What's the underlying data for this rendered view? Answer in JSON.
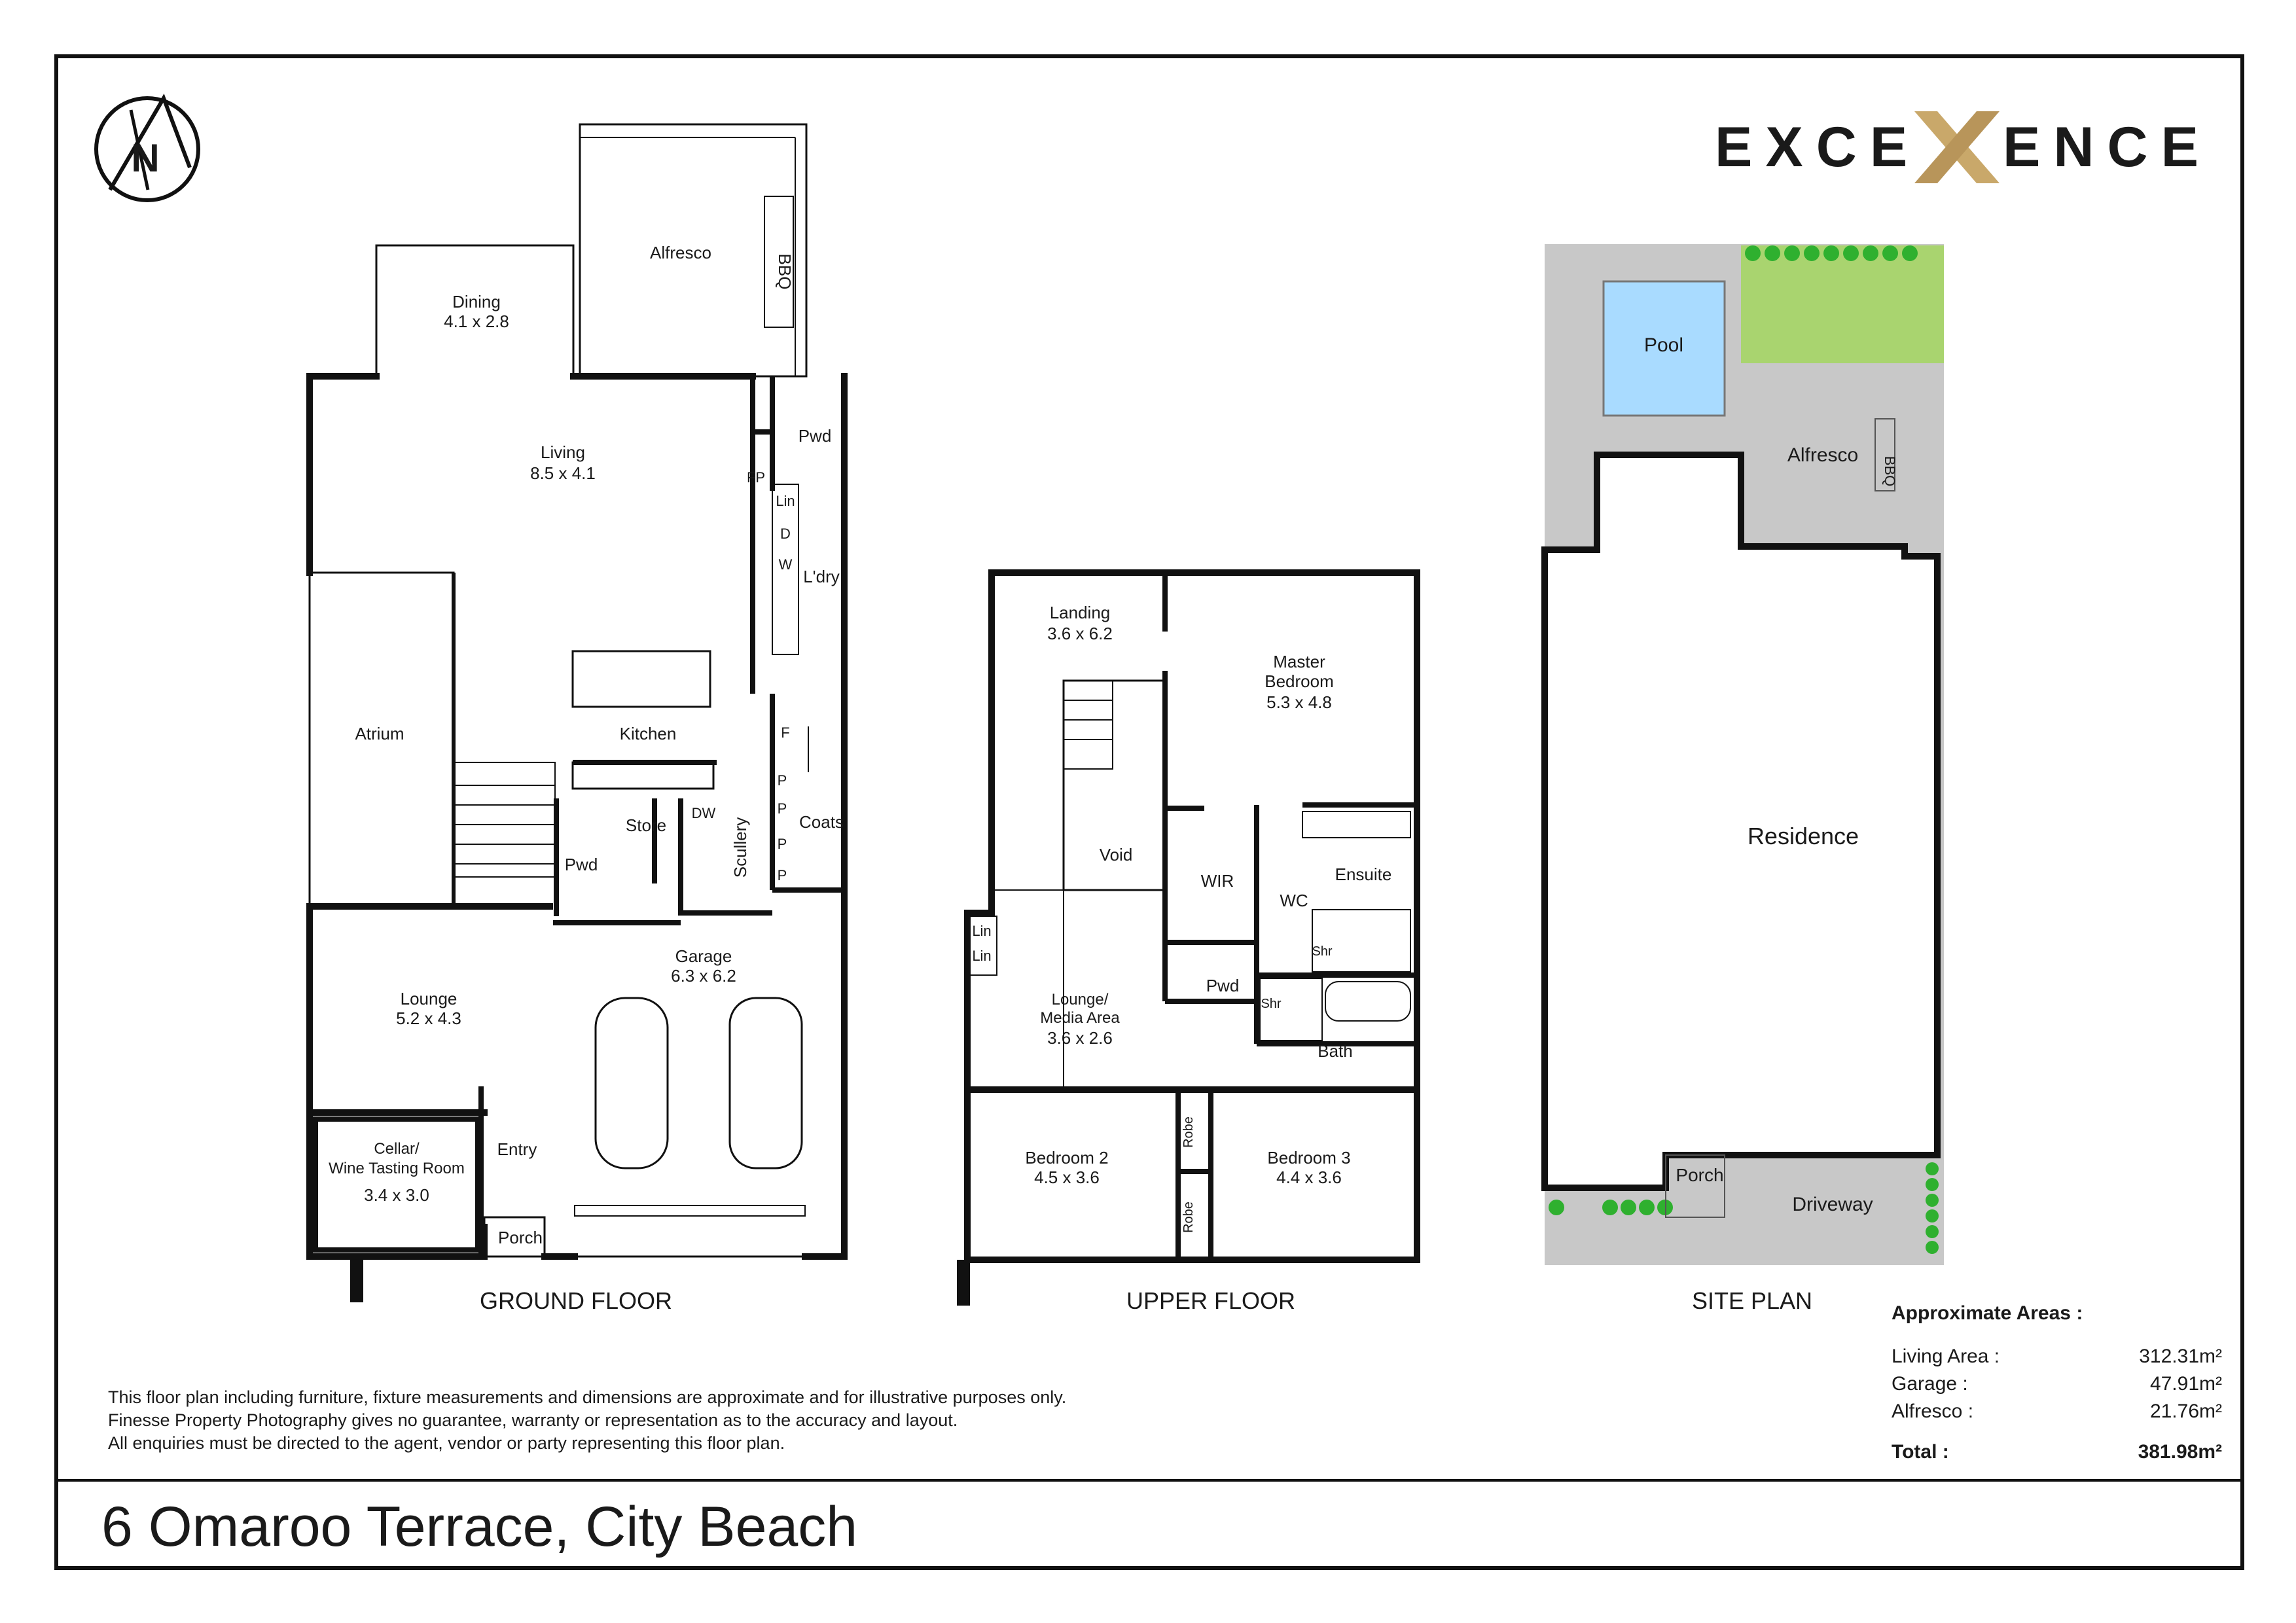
{
  "brand": {
    "left_text": "EXCE",
    "right_text": "ENCE",
    "gold_color": "#c9a86a"
  },
  "colors": {
    "wall": "#111111",
    "pool": "#a9dbff",
    "lawn": "#a9d46f",
    "hedge": "#2fb02f",
    "site_grey": "#c8c8c8"
  },
  "north_arrow": {
    "letter": "N"
  },
  "ground_floor": {
    "title": "GROUND FLOOR",
    "rooms": {
      "alfresco": "Alfresco",
      "bbq": "BBQ",
      "dining_name": "Dining",
      "dining_size": "4.1 x 2.8",
      "living_name": "Living",
      "living_size": "8.5 x 4.1",
      "pwd_top": "Pwd",
      "fp": "FP",
      "lin": "Lin",
      "d": "D",
      "w": "W",
      "ldry": "L'dry",
      "atrium": "Atrium",
      "kitchen": "Kitchen",
      "f": "F",
      "dw": "DW",
      "store": "Store",
      "scullery": "Scullery",
      "coats": "Coats",
      "p": "P",
      "pwd_low": "Pwd",
      "lounge_name": "Lounge",
      "lounge_size": "5.2 x 4.3",
      "garage_name": "Garage",
      "garage_size": "6.3 x 6.2",
      "cellar_line1": "Cellar/",
      "cellar_line2": "Wine Tasting Room",
      "cellar_size": "3.4 x 3.0",
      "entry": "Entry",
      "porch": "Porch"
    }
  },
  "upper_floor": {
    "title": "UPPER FLOOR",
    "rooms": {
      "landing_name": "Landing",
      "landing_size": "3.6 x 6.2",
      "master_line1": "Master",
      "master_line2": "Bedroom",
      "master_size": "5.3 x 4.8",
      "void": "Void",
      "wir": "WIR",
      "ensuite": "Ensuite",
      "wc": "WC",
      "shr": "Shr",
      "lin": "Lin",
      "lounge_line1": "Lounge/",
      "lounge_line2": "Media Area",
      "lounge_size": "3.6 x 2.6",
      "pwd": "Pwd",
      "bath": "Bath",
      "robe": "Robe",
      "bed2_name": "Bedroom 2",
      "bed2_size": "4.5 x 3.6",
      "bed3_name": "Bedroom 3",
      "bed3_size": "4.4 x 3.6"
    }
  },
  "site_plan": {
    "title": "SITE PLAN",
    "labels": {
      "pool": "Pool",
      "alfresco": "Alfresco",
      "bbq": "BBQ",
      "residence": "Residence",
      "porch": "Porch",
      "driveway": "Driveway"
    }
  },
  "areas": {
    "title": "Approximate Areas :",
    "rows": [
      {
        "label": "Living Area :",
        "value": "312.31m²"
      },
      {
        "label": "Garage :",
        "value": "47.91m²"
      },
      {
        "label": "Alfresco :",
        "value": "21.76m²"
      }
    ],
    "total_label": "Total :",
    "total_value": "381.98m²"
  },
  "disclaimer": [
    "This floor plan including furniture, fixture measurements and dimensions are approximate and for illustrative purposes only.",
    "Finesse Property Photography gives no  guarantee, warranty or representation as to the accuracy and layout.",
    "All enquiries must be directed to the agent, vendor or party representing this floor plan."
  ],
  "address": "6 Omaroo Terrace, City Beach"
}
